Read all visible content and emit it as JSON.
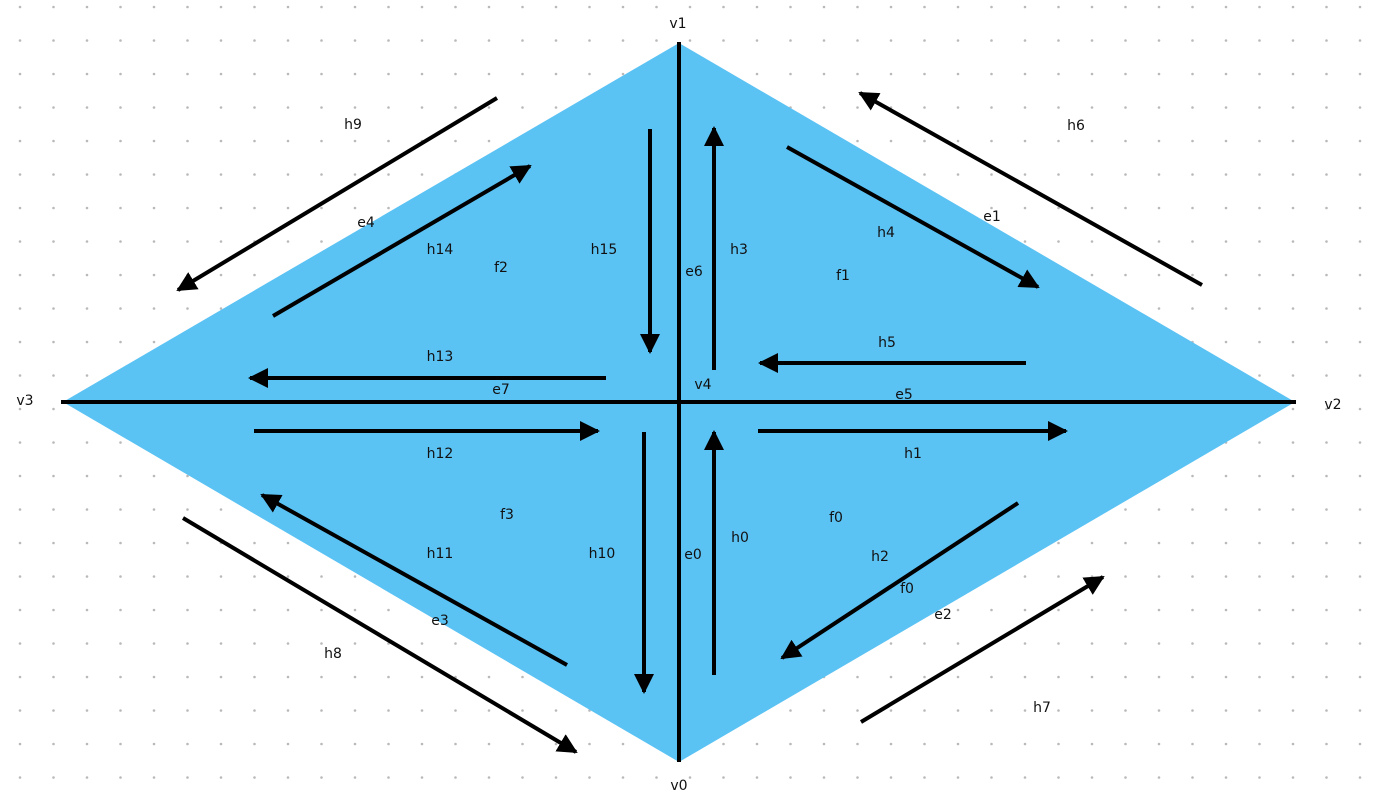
{
  "colors": {
    "fill": "#5BC2F4",
    "stroke": "#000000",
    "dots": "#b9b9b9",
    "background": "#ffffff"
  },
  "labels": {
    "vertices": {
      "v0": "v0",
      "v1": "v1",
      "v2": "v2",
      "v3": "v3",
      "v4": "v4"
    },
    "edges": {
      "e0": "e0",
      "e1": "e1",
      "e2": "e2",
      "e3": "e3",
      "e4": "e4",
      "e5": "e5",
      "e6": "e6",
      "e7": "e7"
    },
    "faces": {
      "f0a": "f0",
      "f0b": "f0",
      "f1": "f1",
      "f2": "f2",
      "f3": "f3"
    },
    "halfedges": {
      "h0": "h0",
      "h1": "h1",
      "h2": "h2",
      "h3": "h3",
      "h4": "h4",
      "h5": "h5",
      "h6": "h6",
      "h7": "h7",
      "h8": "h8",
      "h9": "h9",
      "h10": "h10",
      "h11": "h11",
      "h12": "h12",
      "h13": "h13",
      "h14": "h14",
      "h15": "h15"
    }
  }
}
